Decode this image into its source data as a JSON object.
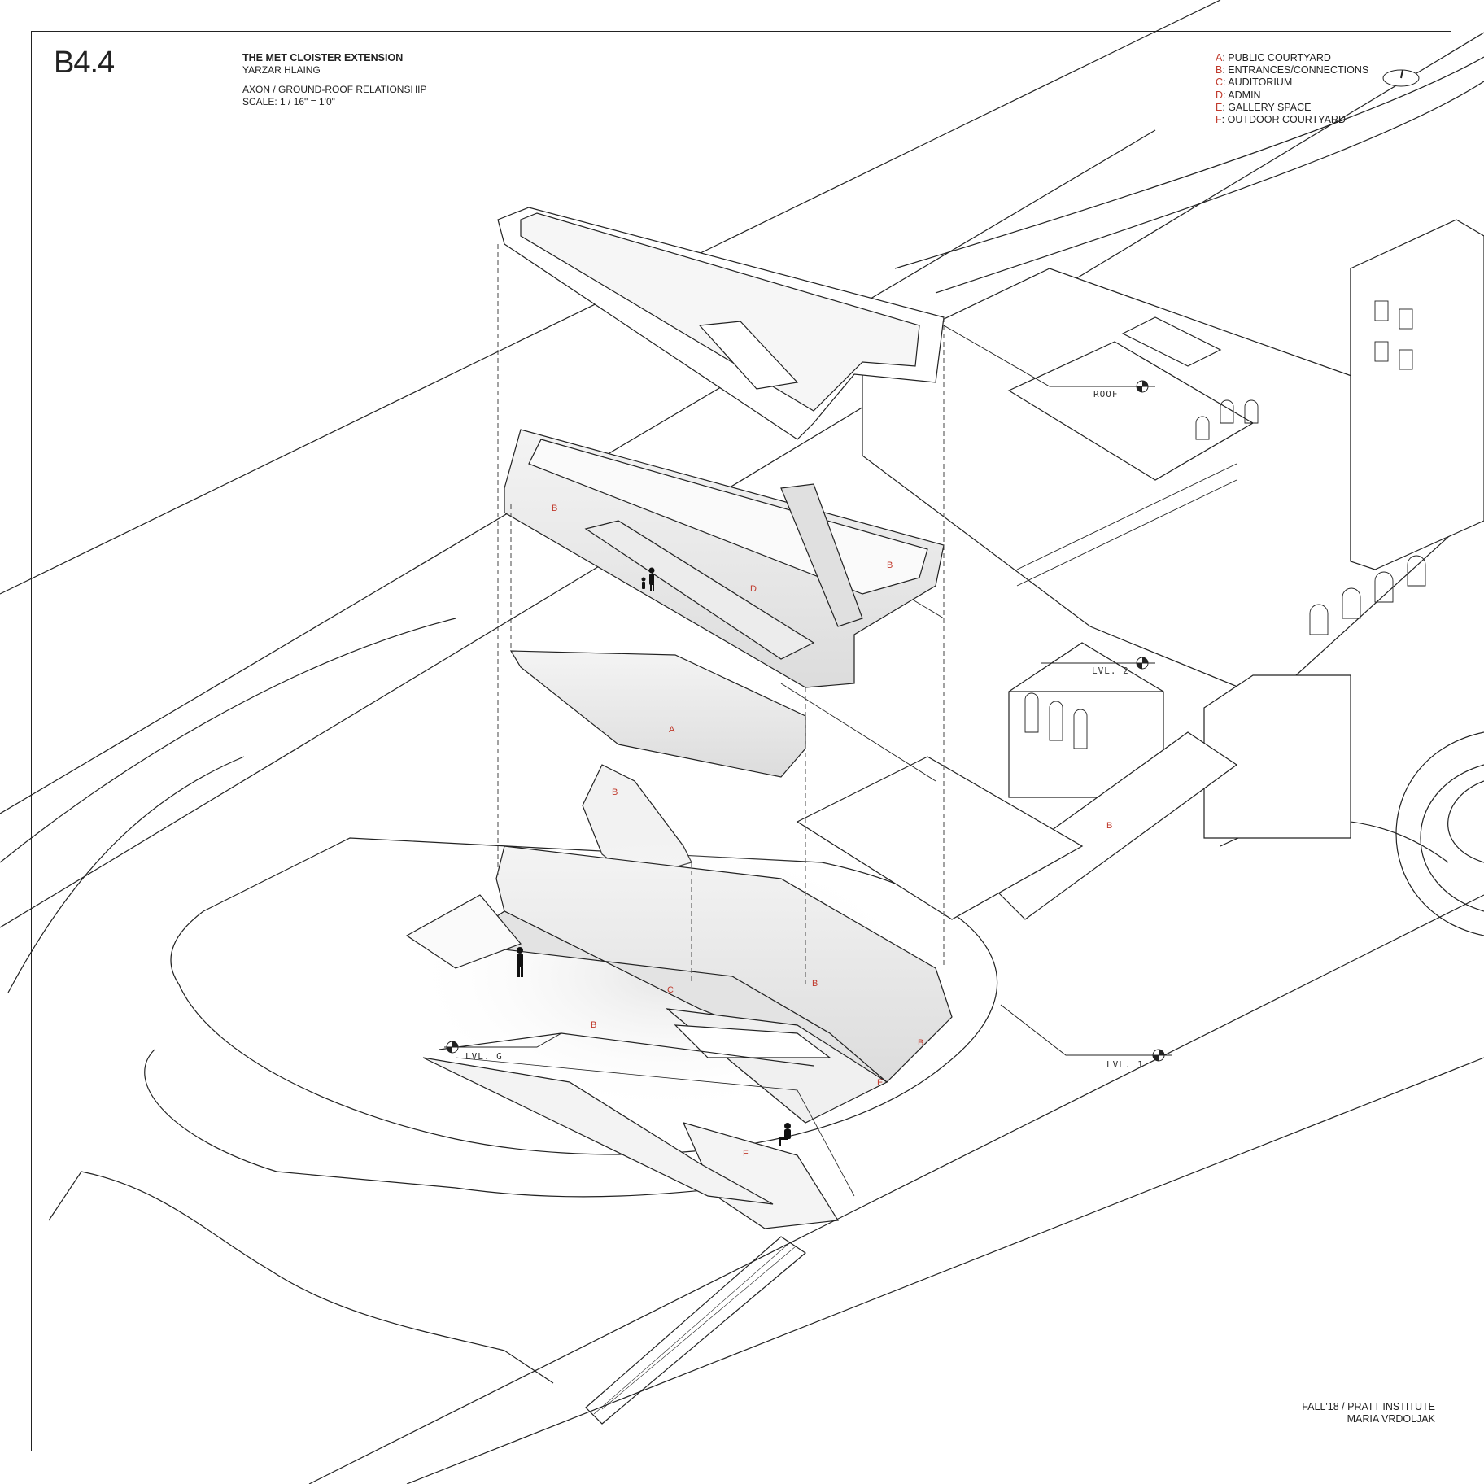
{
  "sheet": {
    "number": "B4.4",
    "project_title": "THE MET CLOISTER EXTENSION",
    "author": "YARZAR HLAING",
    "drawing_type": "AXON / GROUND-ROOF RELATIONSHIP",
    "scale": "SCALE: 1 / 16\" = 1'0\""
  },
  "legend": [
    {
      "key": "A",
      "label": "PUBLIC COURTYARD"
    },
    {
      "key": "B",
      "label": "ENTRANCES/CONNECTIONS"
    },
    {
      "key": "C",
      "label": "AUDITORIUM"
    },
    {
      "key": "D",
      "label": "ADMIN"
    },
    {
      "key": "E",
      "label": "GALLERY SPACE"
    },
    {
      "key": "F",
      "label": "OUTDOOR COURTYARD"
    }
  ],
  "levels": {
    "roof": "ROOF",
    "lvl2": "LVL. 2",
    "lvl1": "LVL. 1",
    "lvlg": "LVL. G"
  },
  "zone_labels": {
    "b_top": "B",
    "b_right": "B",
    "d": "D",
    "a": "A",
    "b_ramp": "B",
    "b_east": "B",
    "c": "C",
    "b_low": "B",
    "b_side": "B",
    "b_end": "B",
    "e": "E",
    "f": "F"
  },
  "footer": {
    "line1": "FALL'18 / PRATT INSTITUTE",
    "line2": "MARIA VRDOLJAK"
  },
  "colors": {
    "label_red": "#c0392b",
    "line": "#222222"
  }
}
